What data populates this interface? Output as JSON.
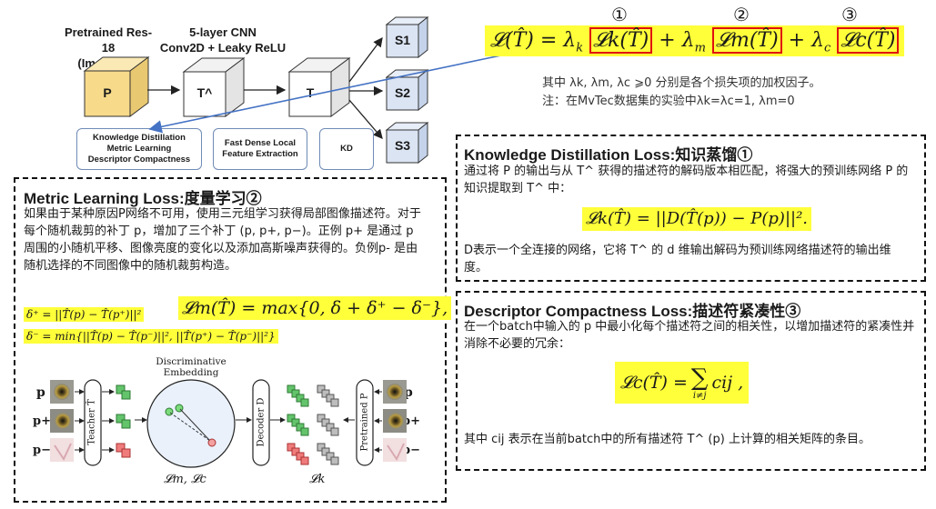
{
  "pipeline": {
    "pretrained_label_1": "Pretrained Res-18",
    "pretrained_label_2": "(ImageNet)",
    "cnn_label_1": "5-layer CNN",
    "cnn_label_2": "Conv2D + Leaky ReLU",
    "cube_p": "P",
    "cube_that": "T^",
    "cube_t": "T",
    "outputs": [
      "S1",
      "S2",
      "S3"
    ],
    "box_kd_1": "Knowledge Distillation",
    "box_kd_2": "Metric Learning",
    "box_kd_3": "Descriptor Compactness",
    "box_fdl_1": "Fast Dense Local",
    "box_fdl_2": "Feature Extraction",
    "box_kd": "KD",
    "colors": {
      "cube_p": "#f7da8a",
      "cube_other": "#dbe4f3",
      "arrow": "#4472c4"
    }
  },
  "formula": {
    "circled": [
      "①",
      "②",
      "③"
    ],
    "lhs": "𝓛(T̂) = λ",
    "sub_k": "k",
    "term_k": "𝓛k(T̂)",
    "plus1": "+ λ",
    "sub_m": "m",
    "term_m": "𝓛m(T̂)",
    "plus2": "+ λ",
    "sub_c": "c",
    "term_c": "𝓛c(T̂)",
    "note_1": "其中 λk, λm, λc ⩾0 分别是各个损失项的加权因子。",
    "note_2": "注：在MvTec数据集的实验中λk=λc=1, λm=0"
  },
  "metric": {
    "title": "Metric Learning Loss:度量学习②",
    "body": "如果由于某种原因P网络不可用，使用三元组学习获得局部图像描述符。对于每个随机裁剪的补丁 p，增加了三个补丁 (p, p+, p−)。正例 p+ 是通过 p 周围的小随机平移、图像亮度的变化以及添加高斯噪声获得的。负例p- 是由随机选择的不同图像中的随机裁剪构造。",
    "formula_main": "𝓛m(T̂) = max{0, δ + δ⁺ − δ⁻},",
    "formula_dplus": "δ⁺ = ||T̂(p) − T̂(p⁺)||²",
    "formula_dminus": "δ⁻ = min{||T̂(p) − T̂(p⁻)||², ||T̂(p⁺) − T̂(p⁻)||²}",
    "fig_discriminative": "Discriminative",
    "fig_embedding": "Embedding",
    "fig_teacher": "Teacher T̂",
    "fig_decoder": "Decoder D",
    "fig_pretrained": "Pretrained P",
    "fig_loss_left": "𝓛m, 𝓛c",
    "fig_loss_right": "𝓛k",
    "fig_row_p": "p",
    "fig_row_pplus": "p+",
    "fig_row_pminus": "p−"
  },
  "kd": {
    "title": "Knowledge Distillation Loss:知识蒸馏①",
    "body": "通过将 P 的输出与从 T^ 获得的描述符的解码版本相匹配，将强大的预训练网络 P 的知识提取到 T^ 中：",
    "formula": "𝓛k(T̂) = ||D(T̂(p)) − P(p)||².",
    "after": "D表示一个全连接的网络，它将 T^ 的 d 维输出解码为预训练网络描述符的输出维度。"
  },
  "dc": {
    "title": "Descriptor Compactness Loss:描述符紧凑性③",
    "body": "在一个batch中输入的 p 中最小化每个描述符之间的相关性，以增加描述符的紧凑性并消除不必要的冗余：",
    "formula_lhs": "𝓛c(T̂) =",
    "formula_sum": "∑",
    "formula_sub": "i≠j",
    "formula_term": "cij ,",
    "after": "其中 cij 表示在当前batch中的所有描述符 T^ (p) 上计算的相关矩阵的条目。"
  }
}
